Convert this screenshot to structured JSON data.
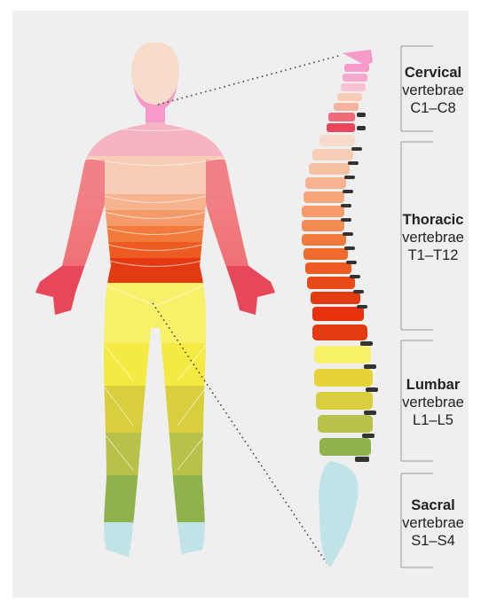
{
  "regions": [
    {
      "id": "cervical",
      "title": "Cervical",
      "sub": "vertebrae",
      "range": "C1–C8",
      "color": "#f59ac9"
    },
    {
      "id": "thoracic",
      "title": "Thoracic",
      "sub": "vertebrae",
      "range": "T1–T12",
      "color": "#f27a3a"
    },
    {
      "id": "lumbar",
      "title": "Lumbar",
      "sub": "vertebrae",
      "range": "L1–L5",
      "color": "#e8d23a"
    },
    {
      "id": "sacral",
      "title": "Sacral",
      "sub": "vertebrae",
      "range": "S1–S4",
      "color": "#bfe3e6"
    }
  ]
}
